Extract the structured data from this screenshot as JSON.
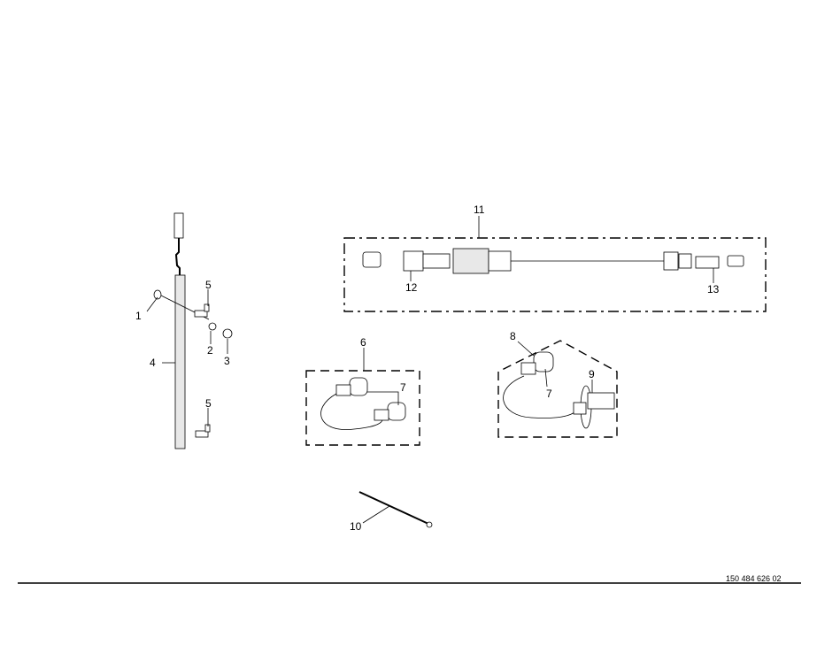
{
  "diagram": {
    "callouts": {
      "c1": "1",
      "c2": "2",
      "c3": "3",
      "c4": "4",
      "c5a": "5",
      "c5b": "5",
      "c6": "6",
      "c7a": "7",
      "c7b": "7",
      "c8": "8",
      "c9": "9",
      "c10": "10",
      "c11": "11",
      "c12": "12",
      "c13": "13"
    },
    "drawing_number": "150 484 626 02"
  }
}
